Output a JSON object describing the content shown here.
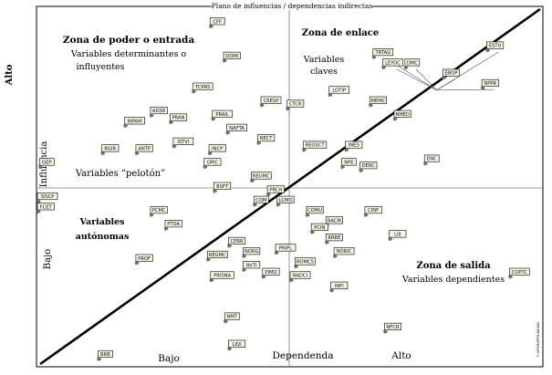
{
  "chart_data": {
    "type": "scatter",
    "title": "Plano de influencias / dependencias indirectas",
    "xlabel": "Dependenda",
    "ylabel": "Influencia",
    "x_low_label": "Bajo",
    "x_high_label": "Alto",
    "y_low_label": "Bajo",
    "y_high_label": "Alto",
    "side_credit": "© LIPSOR-EPITA-MICMAC",
    "zones": {
      "power_title": "Zona de poder o entrada",
      "power_sub1": "Variables determinantes o",
      "power_sub2": "influyentes",
      "link_title": "Zona de enlace",
      "link_sub1": "Variables",
      "link_sub2": "claves",
      "peloton": "Variables “pelotón”",
      "auto1": "Variables",
      "auto2": "autónomas",
      "exit_title": "Zona de salida",
      "exit_sub": "Variables dependientes"
    },
    "grid": false,
    "points": [
      {
        "label": "CFF",
        "x": 0.36,
        "y": 0.98
      },
      {
        "label": "DOMI",
        "x": 0.39,
        "y": 0.88
      },
      {
        "label": "TRTAG",
        "x": 0.7,
        "y": 0.89
      },
      {
        "label": "ESTU",
        "x": 0.93,
        "y": 0.91
      },
      {
        "label": "LEYOC",
        "x": 0.72,
        "y": 0.86
      },
      {
        "label": "DMC",
        "x": 0.76,
        "y": 0.86
      },
      {
        "label": "EBOP",
        "x": 0.84,
        "y": 0.83
      },
      {
        "label": "NPPR",
        "x": 0.92,
        "y": 0.8
      },
      {
        "label": "LOTIP",
        "x": 0.61,
        "y": 0.78
      },
      {
        "label": "TCPRS",
        "x": 0.33,
        "y": 0.79
      },
      {
        "label": "CRESP",
        "x": 0.47,
        "y": 0.75
      },
      {
        "label": "CTCR",
        "x": 0.52,
        "y": 0.74
      },
      {
        "label": "MEMC",
        "x": 0.69,
        "y": 0.75
      },
      {
        "label": "ADSR",
        "x": 0.24,
        "y": 0.72
      },
      {
        "label": "NMED",
        "x": 0.74,
        "y": 0.71
      },
      {
        "label": "PRAIL",
        "x": 0.37,
        "y": 0.71
      },
      {
        "label": "INPAM",
        "x": 0.19,
        "y": 0.69
      },
      {
        "label": "PRAN",
        "x": 0.28,
        "y": 0.7
      },
      {
        "label": "NAFTA",
        "x": 0.4,
        "y": 0.67
      },
      {
        "label": "ISTVI",
        "x": 0.29,
        "y": 0.63
      },
      {
        "label": "RECT",
        "x": 0.46,
        "y": 0.64
      },
      {
        "label": "REGSCT",
        "x": 0.56,
        "y": 0.62
      },
      {
        "label": "INES",
        "x": 0.64,
        "y": 0.62
      },
      {
        "label": "RGIR",
        "x": 0.14,
        "y": 0.61
      },
      {
        "label": "ANTP",
        "x": 0.21,
        "y": 0.61
      },
      {
        "label": "INCP",
        "x": 0.36,
        "y": 0.61
      },
      {
        "label": "OPIC",
        "x": 0.35,
        "y": 0.57
      },
      {
        "label": "NPE",
        "x": 0.63,
        "y": 0.57
      },
      {
        "label": "DERC",
        "x": 0.67,
        "y": 0.56
      },
      {
        "label": "ENC",
        "x": 0.8,
        "y": 0.58
      },
      {
        "label": "GEP",
        "x": 0.01,
        "y": 0.57
      },
      {
        "label": "REUMC",
        "x": 0.45,
        "y": 0.53
      },
      {
        "label": "BSFT",
        "x": 0.37,
        "y": 0.5
      },
      {
        "label": "PRCH",
        "x": 0.48,
        "y": 0.49
      },
      {
        "label": "COM",
        "x": 0.45,
        "y": 0.46
      },
      {
        "label": "LCMO",
        "x": 0.5,
        "y": 0.46
      },
      {
        "label": "SISCP",
        "x": 0.0,
        "y": 0.47
      },
      {
        "label": "FCET",
        "x": 0.0,
        "y": 0.44
      },
      {
        "label": "PCMC",
        "x": 0.24,
        "y": 0.43
      },
      {
        "label": "COMU",
        "x": 0.56,
        "y": 0.43
      },
      {
        "label": "CINF",
        "x": 0.68,
        "y": 0.43
      },
      {
        "label": "RACM",
        "x": 0.6,
        "y": 0.4
      },
      {
        "label": "PTOA",
        "x": 0.27,
        "y": 0.39
      },
      {
        "label": "PCIN",
        "x": 0.57,
        "y": 0.38
      },
      {
        "label": "LIII",
        "x": 0.73,
        "y": 0.36
      },
      {
        "label": "RRRE",
        "x": 0.6,
        "y": 0.35
      },
      {
        "label": "CERR",
        "x": 0.4,
        "y": 0.34
      },
      {
        "label": "PRIPL",
        "x": 0.5,
        "y": 0.32
      },
      {
        "label": "NORIC",
        "x": 0.62,
        "y": 0.31
      },
      {
        "label": "PROF",
        "x": 0.21,
        "y": 0.29
      },
      {
        "label": "REGMC",
        "x": 0.36,
        "y": 0.3
      },
      {
        "label": "NORG",
        "x": 0.43,
        "y": 0.31
      },
      {
        "label": "ROMCS",
        "x": 0.54,
        "y": 0.28
      },
      {
        "label": "RVTI",
        "x": 0.43,
        "y": 0.27
      },
      {
        "label": "PIMO",
        "x": 0.47,
        "y": 0.25
      },
      {
        "label": "RADCI",
        "x": 0.53,
        "y": 0.24
      },
      {
        "label": "PRISNA",
        "x": 0.37,
        "y": 0.24
      },
      {
        "label": "INFI",
        "x": 0.61,
        "y": 0.21
      },
      {
        "label": "COPTC",
        "x": 0.98,
        "y": 0.25
      },
      {
        "label": "NMT",
        "x": 0.39,
        "y": 0.12
      },
      {
        "label": "NFCR",
        "x": 0.72,
        "y": 0.09
      },
      {
        "label": "LIQI",
        "x": 0.4,
        "y": 0.04
      },
      {
        "label": "BRB",
        "x": 0.13,
        "y": 0.01
      }
    ],
    "xlim": [
      0,
      1
    ],
    "ylim": [
      0,
      1
    ]
  }
}
